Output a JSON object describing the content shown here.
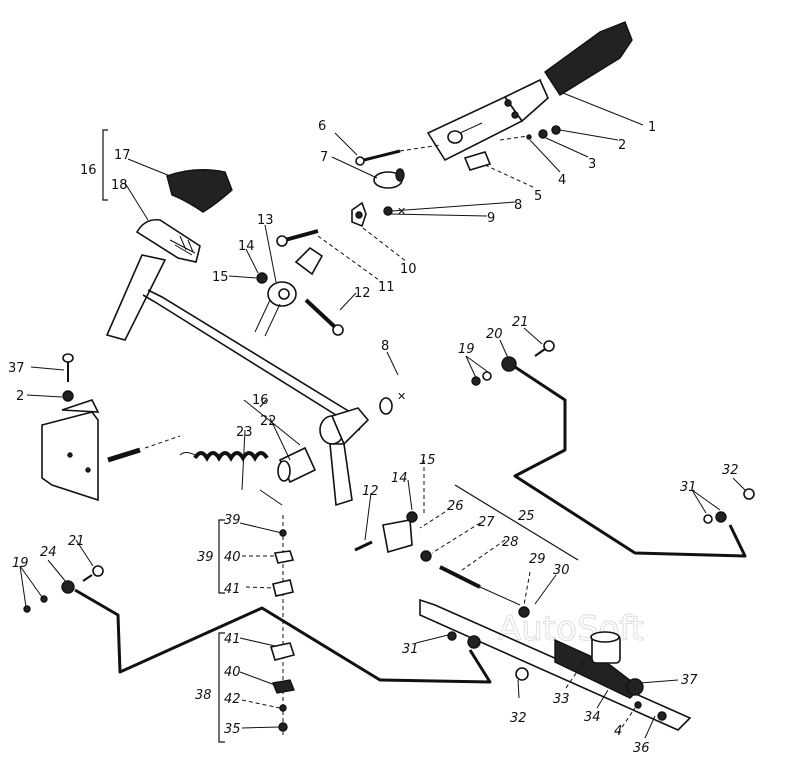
{
  "diagram": {
    "title": "",
    "watermark": "AutoSoft",
    "colors": {
      "ink": "#111111",
      "paper": "#ffffff",
      "watermark": "#dddddd"
    },
    "callouts": {
      "c1": "1",
      "c2": "2",
      "c3": "3",
      "c4": "4",
      "c5": "5",
      "c6": "6",
      "c7": "7",
      "c8a": "8",
      "c9": "9",
      "c10": "10",
      "c11": "11",
      "c12a": "12",
      "c13": "13",
      "c14a": "14",
      "c15a": "15",
      "c16a": "16",
      "c17": "17",
      "c18": "18",
      "c37a": "37",
      "c2b": "2",
      "c8b": "8",
      "c16b": "16",
      "c22": "22",
      "c23": "23",
      "c12b": "12",
      "c14b": "14",
      "c15b": "15",
      "c19a": "19",
      "c20": "20",
      "c21a": "21",
      "c25": "25",
      "c26": "26",
      "c27": "27",
      "c28": "28",
      "c29": "29",
      "c30": "30",
      "c31a": "31",
      "c32a": "32",
      "c39grp": "39",
      "c39": "39",
      "c40a": "40",
      "c41a": "41",
      "c19b": "19",
      "c24": "24",
      "c21b": "21",
      "c41b": "41",
      "c40b": "40",
      "c38": "38",
      "c42": "42",
      "c35": "35",
      "c31b": "31",
      "c32b": "32",
      "c33": "33",
      "c34": "34",
      "c4b": "4",
      "c36": "36",
      "c37b": "37"
    },
    "parts": [
      "hand-brake-lever",
      "pedal-pad",
      "brake-pedal-arm",
      "pedal-bracket",
      "return-spring",
      "bushing",
      "brake-pipe-upper",
      "brake-pipe-lower",
      "pushrod",
      "master-cylinder",
      "pipe-clip-assembly-39",
      "pipe-clip-assembly-38"
    ]
  }
}
